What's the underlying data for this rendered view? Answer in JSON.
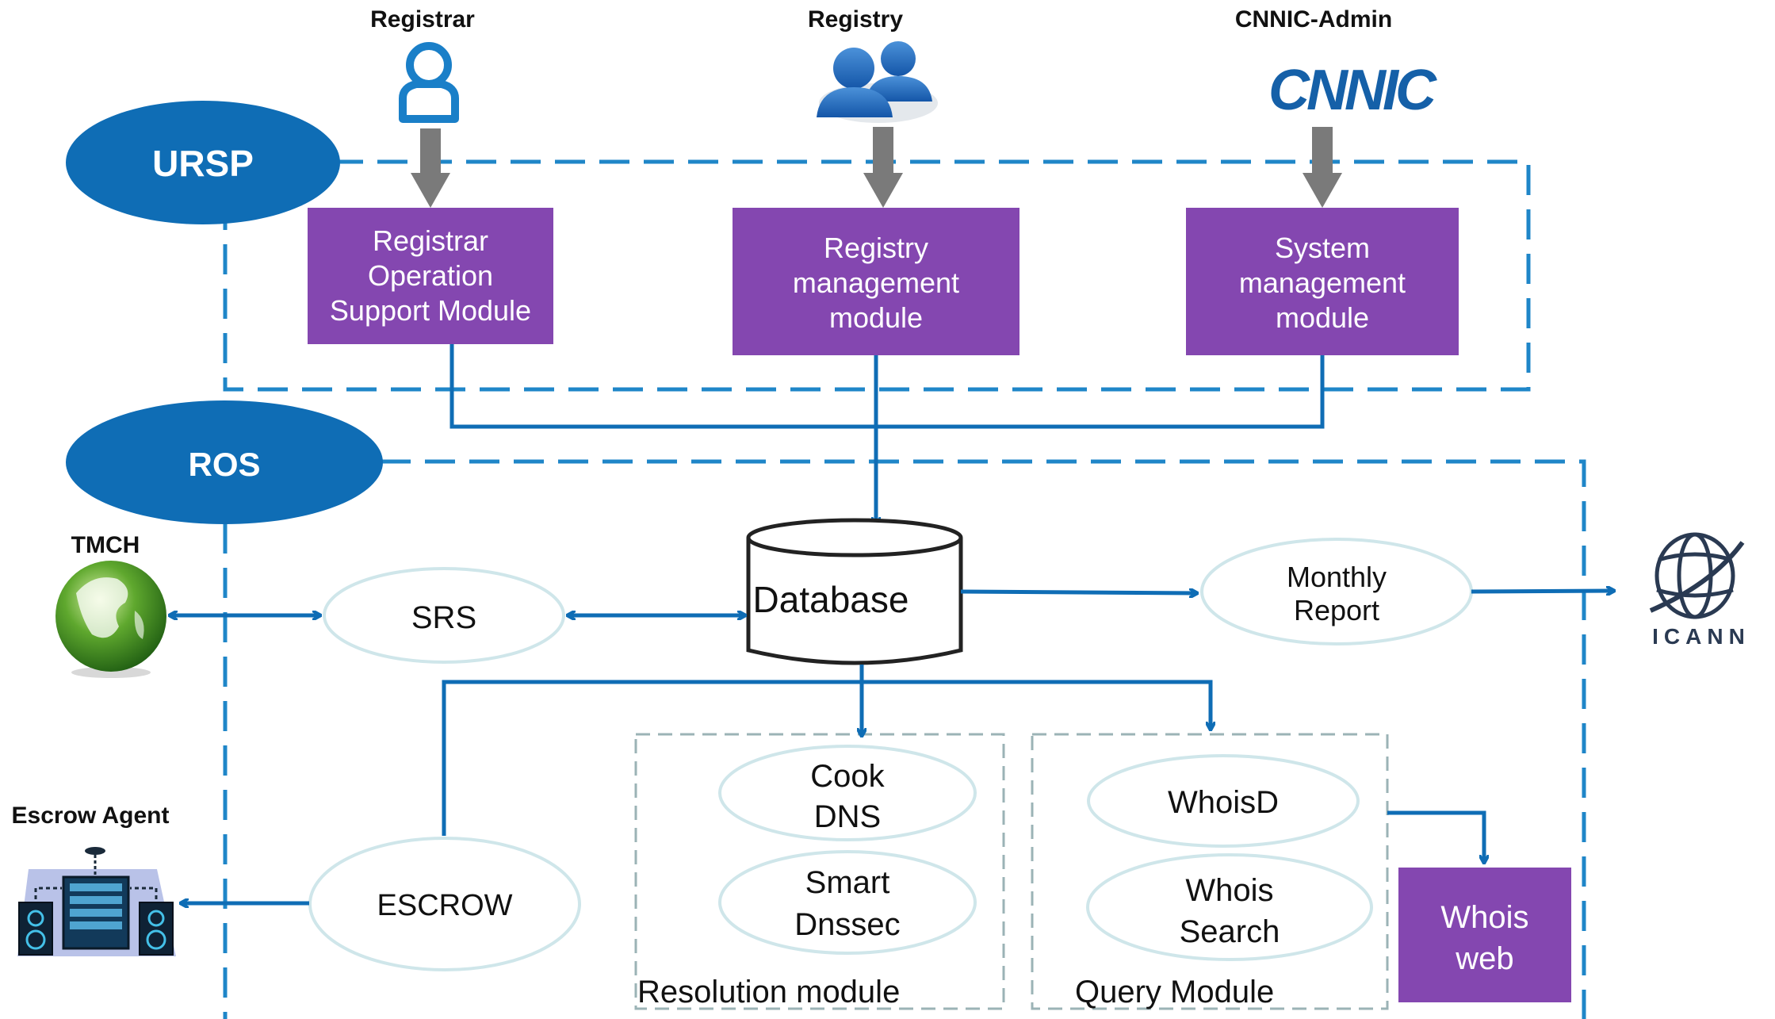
{
  "actors": {
    "registrar": "Registrar",
    "registry": "Registry",
    "cnnic_admin": "CNNIC-Admin",
    "cnnic_logo": "CNNIC",
    "tmch": "TMCH",
    "escrow_agent": "Escrow Agent",
    "icann_logo": "ICANN"
  },
  "zones": {
    "ursp": "URSP",
    "ros": "ROS"
  },
  "modules": {
    "registrar_op": [
      "Registrar",
      "Operation",
      "Support Module"
    ],
    "registry_mgmt": [
      "Registry",
      "management",
      "module"
    ],
    "system_mgmt": [
      "System",
      "management",
      "module"
    ],
    "whois_web": [
      "Whois",
      "web"
    ]
  },
  "nodes": {
    "database": "Database",
    "srs": "SRS",
    "monthly_report": [
      "Monthly",
      "Report"
    ],
    "escrow": "ESCROW",
    "cook_dns": [
      "Cook",
      "DNS"
    ],
    "smart_dnssec": [
      "Smart",
      "Dnssec"
    ],
    "whoisd": "WhoisD",
    "whois_search": [
      "Whois",
      "Search"
    ]
  },
  "groups": {
    "resolution": "Resolution module",
    "query": "Query Module"
  },
  "colors": {
    "blue": "#0f6db5",
    "dash_blue": "#1f86c8",
    "purple": "#8447b0",
    "gray_arrow": "#7a7a7a",
    "ellipse_stroke": "#cfe6ea"
  }
}
